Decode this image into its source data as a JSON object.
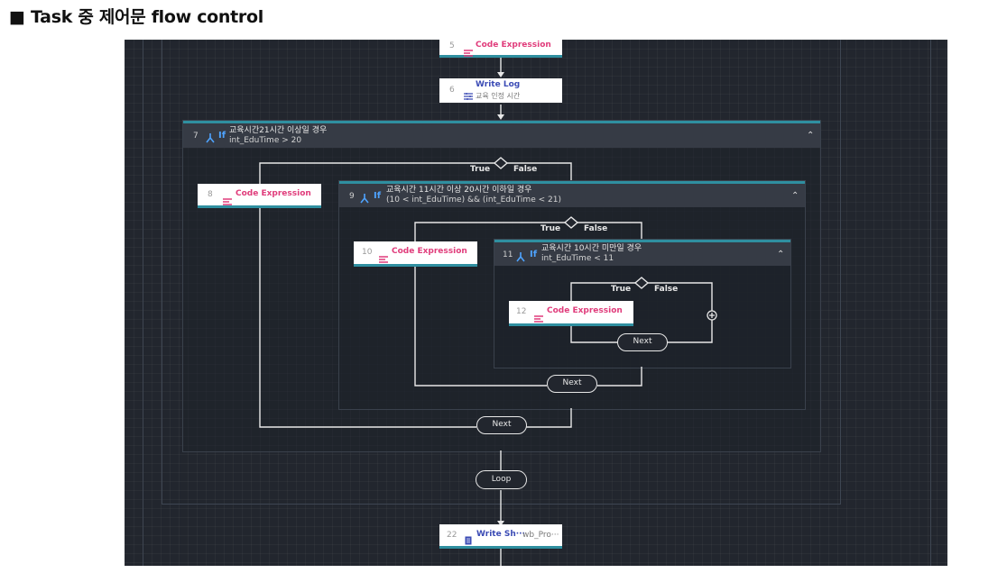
{
  "heading": "■ Task 중 제어문 flow control",
  "nodes": {
    "n5": {
      "num": "5",
      "title": "Code Expression"
    },
    "n6": {
      "num": "6",
      "title": "Write Log",
      "sub": "교육 인정 시간"
    },
    "n8": {
      "num": "8",
      "title": "Code Expression"
    },
    "n10": {
      "num": "10",
      "title": "Code Expression"
    },
    "n12": {
      "num": "12",
      "title": "Code Expression"
    },
    "n22": {
      "num": "22",
      "title": "Write Sh···",
      "sub": "wb_Pro···"
    }
  },
  "ifs": {
    "if7": {
      "num": "7",
      "kw": "If",
      "title": "교육시간21시간 이상일 경우",
      "cond": "int_EduTime > 20"
    },
    "if9": {
      "num": "9",
      "kw": "If",
      "title": "교육시간 11시간 이상 20시간 이하일 경우",
      "cond": "(10 < int_EduTime) && (int_EduTime < 21)"
    },
    "if11": {
      "num": "11",
      "kw": "If",
      "title": "교육시간 10시간 미만일 경우",
      "cond": "int_EduTime < 11"
    }
  },
  "branch_labels": {
    "true": "True",
    "false": "False"
  },
  "pills": {
    "next_inner": "Next",
    "next_mid": "Next",
    "next_outer": "Next",
    "loop": "Loop"
  },
  "icons": [
    "code-expression-icon",
    "write-log-icon",
    "if-branch-icon",
    "collapse-caret-icon",
    "add-node-icon",
    "excel-sheet-icon"
  ],
  "colors": {
    "canvas": "#22262e",
    "accent": "#2f8fa0",
    "code_expression": "#e03c7b",
    "if_icon": "#4ea3ff",
    "write": "#3b4bb5"
  }
}
